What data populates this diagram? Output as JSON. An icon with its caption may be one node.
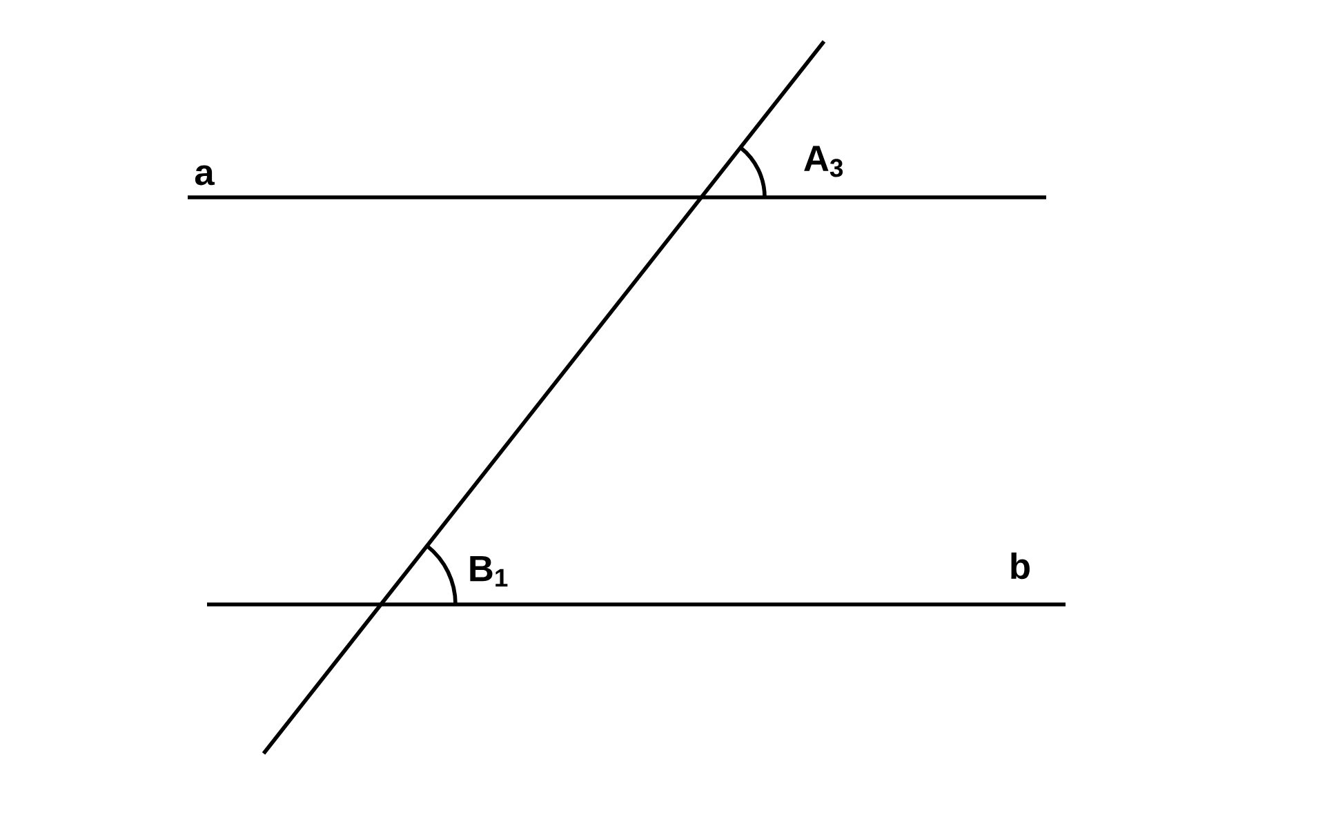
{
  "diagram": {
    "labels": [
      "a",
      "A$_{3}$",
      "B$_{1}$",
      "b"
    ]
  }
}
